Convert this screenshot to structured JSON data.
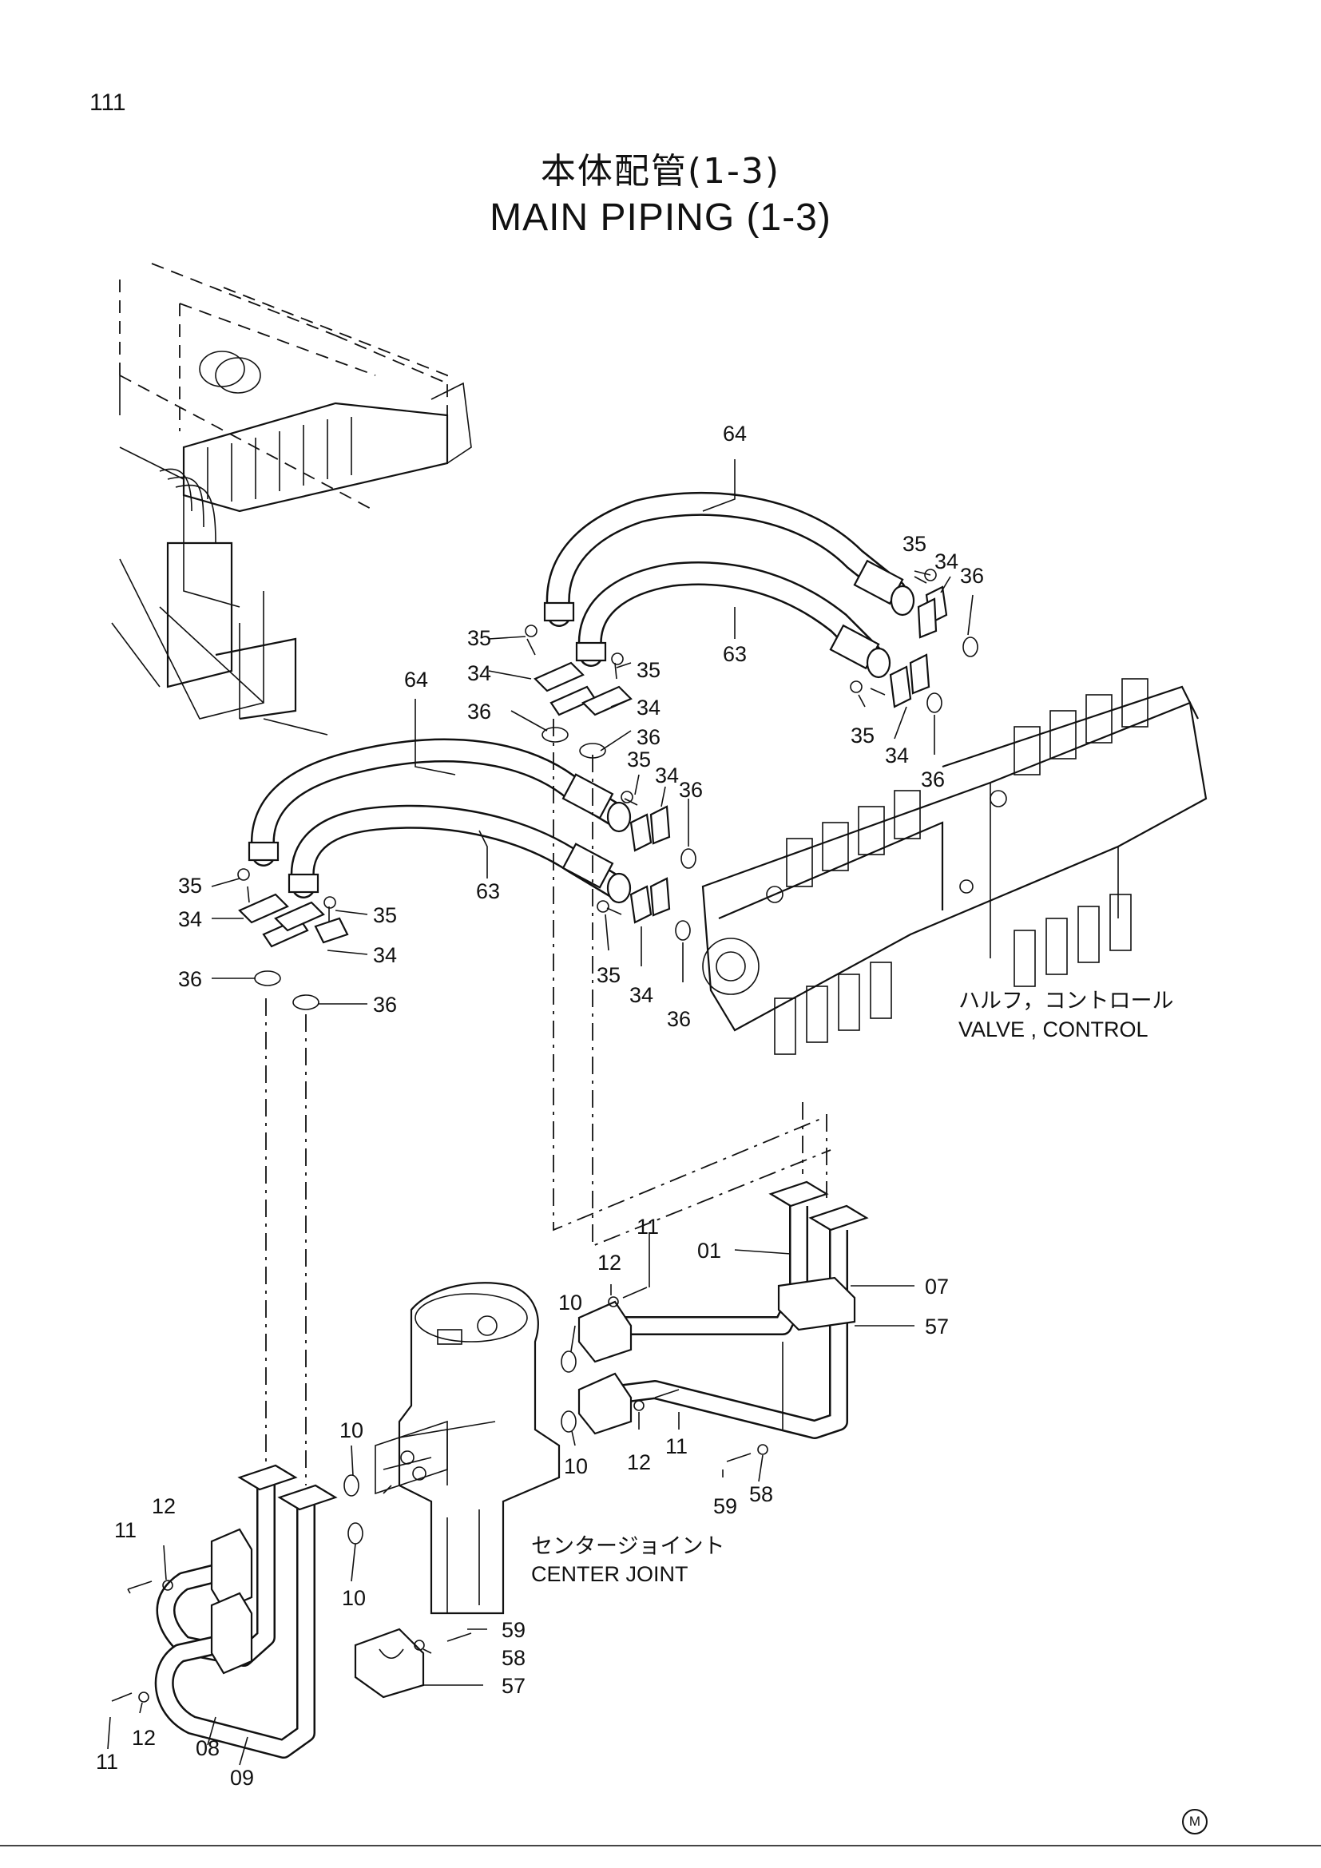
{
  "page": {
    "number": "111",
    "title_jp": "本体配管(1-3)",
    "title_en": "MAIN   PIPING (1-3)"
  },
  "labels": {
    "valve_control_jp": "ハルフ，コントロール",
    "valve_control_en": "VALVE , CONTROL",
    "center_joint_jp": "センタージョイント",
    "center_joint_en": "CENTER  JOINT"
  },
  "callouts": {
    "p64a": "64",
    "p63a": "63",
    "p64b": "64",
    "p63b": "63",
    "p35a": "35",
    "p34a": "34",
    "p36a": "36",
    "p35b": "35",
    "p34b": "34",
    "p36b": "36",
    "p35c": "35",
    "p34c": "34",
    "p36c": "36",
    "p35d": "35",
    "p34d": "34",
    "p36d": "36",
    "p35e": "35",
    "p34e": "34",
    "p36e": "36",
    "p35f": "35",
    "p34f": "34",
    "p36f": "36",
    "p35g": "35",
    "p34g": "34",
    "p36g": "36",
    "p35h": "35",
    "p34h": "34",
    "p36h": "36",
    "p01": "01",
    "p07": "07",
    "p57a": "57",
    "p11a": "11",
    "p12a": "12",
    "p10a": "10",
    "p10b": "10",
    "p12b": "12",
    "p11b": "11",
    "p59a": "59",
    "p58a": "58",
    "p10c": "10",
    "p10d": "10",
    "p12c": "12",
    "p11c": "11",
    "p11d": "11",
    "p12d": "12",
    "p08": "08",
    "p09": "09",
    "p59b": "59",
    "p58b": "58",
    "p57b": "57"
  },
  "footer": {
    "mark": "M"
  }
}
